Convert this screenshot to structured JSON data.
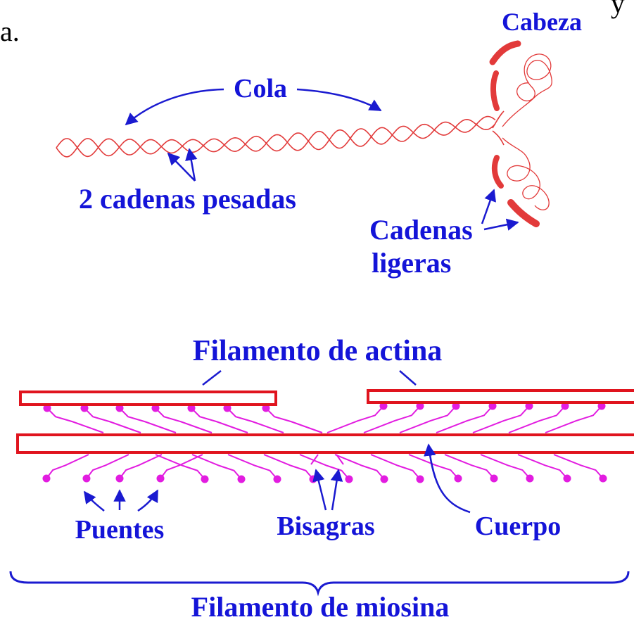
{
  "page": {
    "cutoff_left_text": "a.",
    "cutoff_right_text": "y"
  },
  "myosin_molecule": {
    "labels": {
      "tail": "Cola",
      "head": "Cabeza",
      "heavy_chains": "2 cadenas pesadas",
      "light_chains_line1": "Cadenas",
      "light_chains_line2": "ligeras"
    }
  },
  "filament": {
    "labels": {
      "actin": "Filamento de actina",
      "bridges": "Puentes",
      "hinges": "Bisagras",
      "body": "Cuerpo",
      "myosin": "Filamento de miosina"
    }
  },
  "colors": {
    "label_blue": "#1414d8",
    "arrow_blue": "#1a1ad0",
    "helix_red": "#e23a3a",
    "actin_outline": "#e0141e",
    "crossbridge_magenta": "#e21ce0"
  }
}
